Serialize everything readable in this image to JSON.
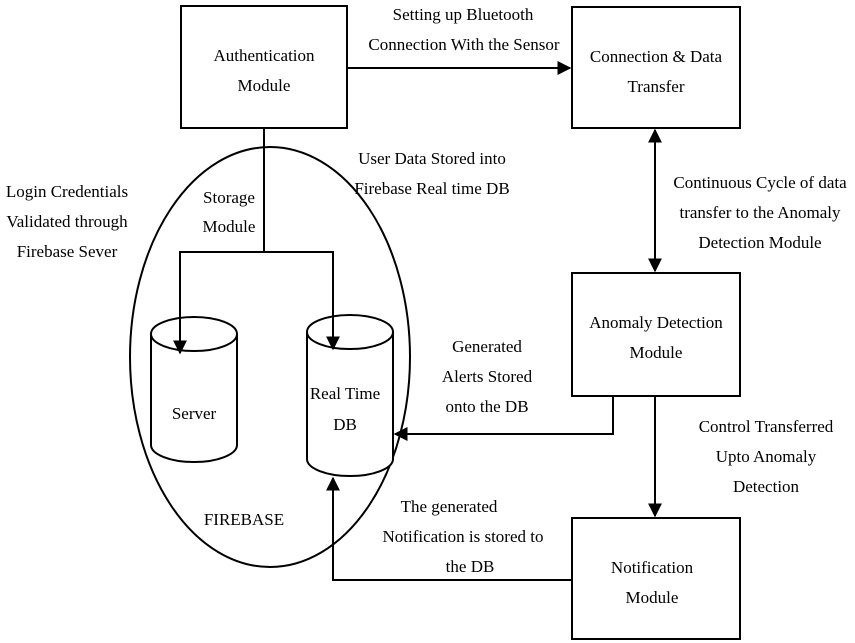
{
  "nodes": {
    "auth": {
      "line1": "Authentication",
      "line2": "Module"
    },
    "conn": {
      "line1": "Connection & Data",
      "line2": "Transfer"
    },
    "anomaly": {
      "line1": "Anomaly Detection",
      "line2": "Module"
    },
    "notif": {
      "line1": "Notification",
      "line2": "Module"
    },
    "storage": {
      "line1": "Storage",
      "line2": "Module"
    },
    "server": {
      "label": "Server"
    },
    "realtime": {
      "line1": "Real Time",
      "line2": "DB"
    },
    "firebase": {
      "label": "FIREBASE"
    }
  },
  "edges": {
    "bluetooth": {
      "line1": "Setting up Bluetooth",
      "line2": "Connection With the Sensor"
    },
    "user_data": {
      "line1": "User Data Stored into",
      "line2": "Firebase Real time DB"
    },
    "login": {
      "line1": "Login Credentials",
      "line2": "Validated through",
      "line3": "Firebase Sever"
    },
    "cycle": {
      "line1": "Continuous Cycle of data",
      "line2": "transfer to the Anomaly",
      "line3": "Detection Module"
    },
    "alerts": {
      "line1": "Generated",
      "line2": "Alerts Stored",
      "line3": "onto the DB"
    },
    "control": {
      "line1": "Control Transferred",
      "line2": "Upto Anomaly",
      "line3": "Detection"
    },
    "notif_stored": {
      "line1": "The generated",
      "line2": "Notification is stored to",
      "line3": "the DB"
    }
  }
}
